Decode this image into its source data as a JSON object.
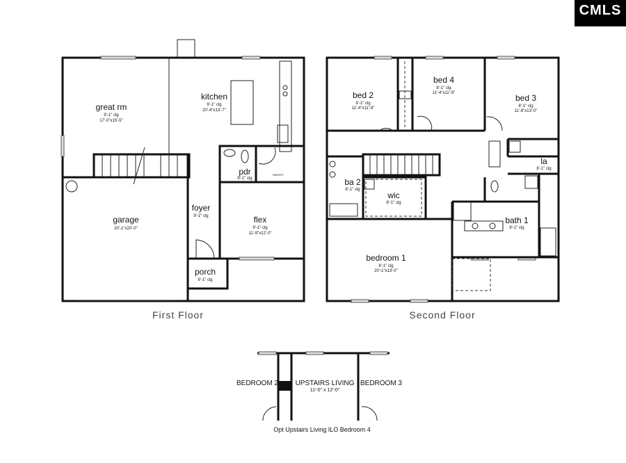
{
  "logo": {
    "text": "CMLS"
  },
  "first_floor": {
    "caption": "First Floor",
    "rooms": [
      {
        "name": "great rm",
        "ceiling": "9'-1\" clg",
        "size": "17'-0\"x15'-5\""
      },
      {
        "name": "kitchen",
        "ceiling": "9'-1\" clg",
        "size": "20'-4\"x13'-7\""
      },
      {
        "name": "pdr",
        "ceiling": "9'-1\" clg",
        "size": ""
      },
      {
        "name": "PANTRY",
        "ceiling": "",
        "size": ""
      },
      {
        "name": "garage",
        "ceiling": "",
        "size": "20'-1\"x20'-0\""
      },
      {
        "name": "foyer",
        "ceiling": "9'-1\" clg",
        "size": ""
      },
      {
        "name": "flex",
        "ceiling": "9'-1\" clg",
        "size": "11'-9\"x12'-0\""
      },
      {
        "name": "porch",
        "ceiling": "9'-1\" clg",
        "size": ""
      }
    ]
  },
  "second_floor": {
    "caption": "Second Floor",
    "rooms": [
      {
        "name": "bed 2",
        "ceiling": "8'-1\" clg",
        "size": "11'-4\"x11'-9\""
      },
      {
        "name": "bed 4",
        "ceiling": "8'-1\" clg",
        "size": "11'-4\"x11'-9\""
      },
      {
        "name": "bed 3",
        "ceiling": "8'-1\" clg",
        "size": "11'-8\"x13'-0\""
      },
      {
        "name": "la",
        "ceiling": "8'-1\" clg",
        "size": ""
      },
      {
        "name": "ba 2",
        "ceiling": "8'-1\" clg",
        "size": ""
      },
      {
        "name": "wic",
        "ceiling": "8'-1\" clg",
        "size": ""
      },
      {
        "name": "bath 1",
        "ceiling": "8'-1\" clg",
        "size": ""
      },
      {
        "name": "bedroom 1",
        "ceiling": "8'-1\" clg",
        "size": "20'-1\"x13'-0\""
      }
    ]
  },
  "option": {
    "left_room": "BEDROOM 2",
    "center_room": "UPSTAIRS LIVING",
    "center_size": "11'-0\" x 12'-0\"",
    "right_room": "BEDROOM 3",
    "caption": "Opt Upstairs Living ILO Bedroom 4"
  }
}
